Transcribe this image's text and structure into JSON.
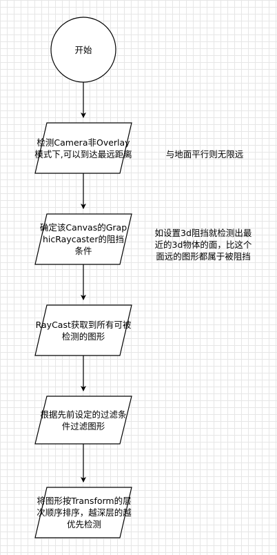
{
  "flowchart": {
    "start": "开始",
    "steps": [
      "检测Camera非Overlay模式下,可以到达最远距离",
      "确定该Canvas的GraphicRaycaster的阻挡条件",
      "RayCast获取到所有可被检测的图形",
      "根据先前设定的过滤条件过滤图形",
      "将图形按Transform的层次顺序排序，越深层的越优先检测"
    ],
    "notes": [
      "与地面平行则无限远",
      "如设置3d阻挡就检测出最近的3d物体的面，比这个面远的图形都属于被阻挡"
    ]
  }
}
